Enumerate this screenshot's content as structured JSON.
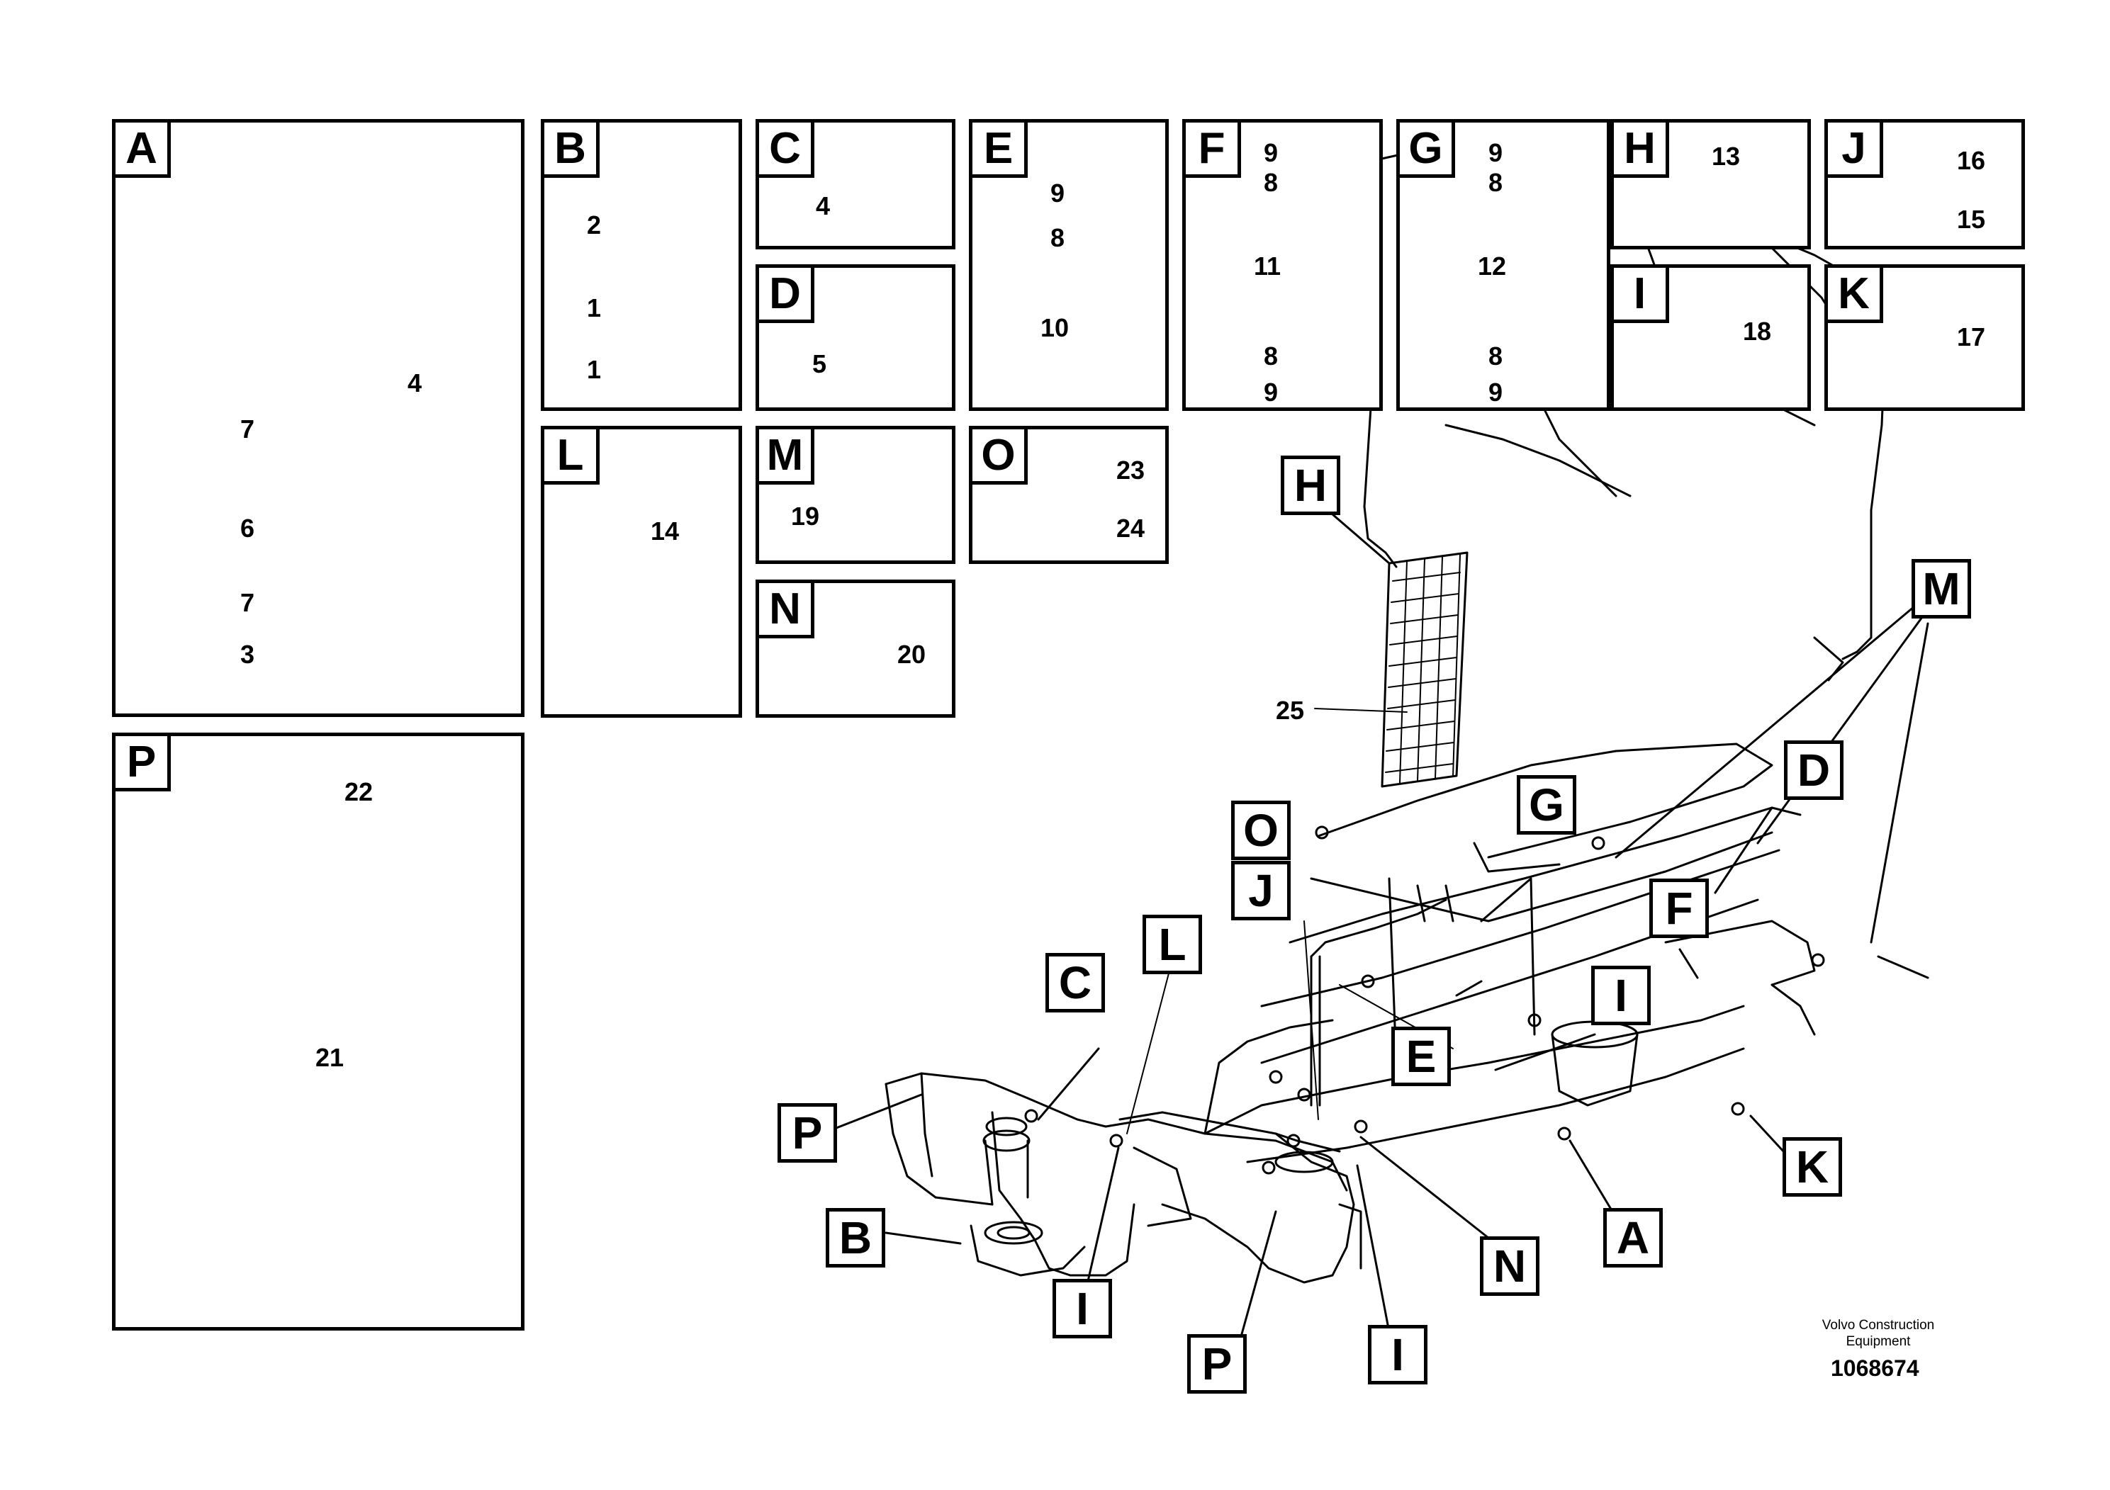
{
  "panels": {
    "A": {
      "label": "A",
      "parts": [
        "4",
        "7",
        "6",
        "7",
        "3"
      ]
    },
    "B": {
      "label": "B",
      "parts": [
        "2",
        "1",
        "1"
      ]
    },
    "C": {
      "label": "C",
      "parts": [
        "4"
      ]
    },
    "D": {
      "label": "D",
      "parts": [
        "5"
      ]
    },
    "E": {
      "label": "E",
      "parts": [
        "9",
        "8",
        "10"
      ]
    },
    "F": {
      "label": "F",
      "parts": [
        "9",
        "8",
        "11",
        "8",
        "9"
      ]
    },
    "G": {
      "label": "G",
      "parts": [
        "9",
        "8",
        "12",
        "8",
        "9"
      ]
    },
    "H": {
      "label": "H",
      "parts": [
        "13"
      ]
    },
    "J": {
      "label": "J",
      "parts": [
        "16",
        "15"
      ]
    },
    "I": {
      "label": "I",
      "parts": [
        "18"
      ]
    },
    "K": {
      "label": "K",
      "parts": [
        "17"
      ]
    },
    "L": {
      "label": "L",
      "parts": [
        "14"
      ]
    },
    "M": {
      "label": "M",
      "parts": [
        "19"
      ]
    },
    "O": {
      "label": "O",
      "parts": [
        "23",
        "24"
      ]
    },
    "N": {
      "label": "N",
      "parts": [
        "20"
      ]
    },
    "P": {
      "label": "P",
      "parts": [
        "22",
        "21"
      ]
    }
  },
  "main_view": {
    "part_25": "25",
    "callouts": [
      "H",
      "M",
      "G",
      "D",
      "O",
      "J",
      "F",
      "I",
      "L",
      "C",
      "E",
      "K",
      "P",
      "B",
      "I",
      "N",
      "A",
      "I",
      "P"
    ]
  },
  "footer": {
    "company_line1": "Volvo Construction",
    "company_line2": "Equipment",
    "doc_number": "1068674"
  }
}
